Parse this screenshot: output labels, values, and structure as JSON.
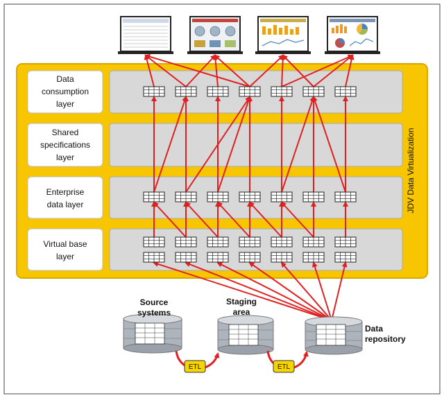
{
  "layers": [
    {
      "id": "consumption",
      "lines": [
        "Data",
        "consumption",
        "layer"
      ]
    },
    {
      "id": "shared",
      "lines": [
        "Shared",
        "specifications",
        "layer"
      ]
    },
    {
      "id": "enterprise",
      "lines": [
        "Enterprise",
        "data layer"
      ]
    },
    {
      "id": "virtual",
      "lines": [
        "Virtual base",
        "layer"
      ]
    }
  ],
  "platform_label": "JDV Data Virtualization",
  "sources": [
    {
      "id": "source-systems",
      "lines": [
        "Source",
        "systems"
      ]
    },
    {
      "id": "staging-area",
      "lines": [
        "Staging",
        "area"
      ]
    },
    {
      "id": "data-repository",
      "lines": [
        "Data",
        "repository"
      ]
    }
  ],
  "etl_label": "ETL",
  "colors": {
    "platform": "#f7c600",
    "platform_edge": "#d9a800",
    "arrow": "#e02020",
    "band": "#d8d8d8",
    "label_box": "#ffffff",
    "etl": "#f5d400"
  },
  "dashboards": [
    "report-table",
    "gauges-dashboard",
    "bar-line-dashboard",
    "pie-bar-dashboard"
  ]
}
